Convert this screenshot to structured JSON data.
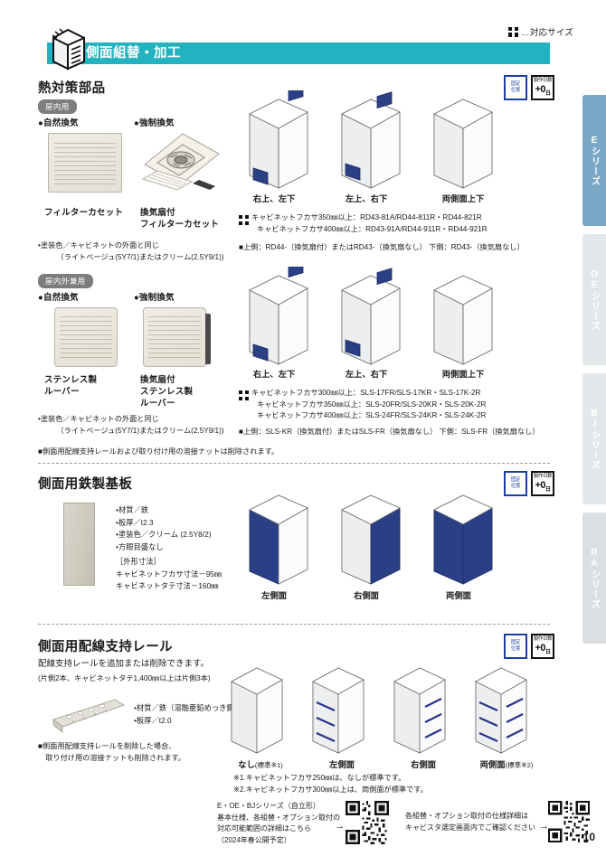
{
  "legend": {
    "size_note": "…対応サイズ",
    "icon": "size-cross-icon"
  },
  "banner": {
    "title": "側面組替・加工",
    "logo_icon": "cabinet-isometric-icon",
    "color": "#22b2c0"
  },
  "tabs": [
    {
      "label": "Eシリーズ",
      "active": true,
      "color": "#7ba7c7"
    },
    {
      "label": "OEシリーズ",
      "active": false,
      "color": "#e4e7ea"
    },
    {
      "label": "BJシリーズ",
      "active": false,
      "color": "#e4e7ea"
    },
    {
      "label": "RAシリーズ",
      "active": false,
      "color": "#dcdfe2"
    }
  ],
  "badges": {
    "fixed_position": {
      "line1": "固定",
      "line2": "位置",
      "color": "#1b3fa0"
    },
    "lead_time": {
      "line1": "製作日数",
      "value": "+0",
      "unit": "日",
      "color": "#111111"
    }
  },
  "sections": [
    {
      "id": "thermal",
      "title": "熱対策部品",
      "groups": [
        {
          "tag": "屋内用",
          "items": [
            {
              "bullet": "●自然換気",
              "caption": [
                "フィルターカセット"
              ]
            },
            {
              "bullet": "●強制換気",
              "caption": [
                "換気扇付",
                "フィルターカセット"
              ]
            }
          ],
          "notes": [
            "•塗装色／キャビネットの外面と同じ",
            "　　　（ライトベージュ(5Y7/1)またはクリーム(2.5Y9/1))"
          ],
          "views": [
            "右上、左下",
            "左上、右下",
            "両側面上下"
          ],
          "spec_lines": [
            "キャビネットフカサ350㎜以上：RD43-81A/RD44-811R・RD44-821R",
            "キャビネットフカサ400㎜以上：RD43-91A/RD44-911R・RD44-921R"
          ],
          "foot": "■上側：RD44-（換気扇付）またはRD43-（換気扇なし） 下側：RD43-（換気扇なし）"
        },
        {
          "tag": "屋内外兼用",
          "items": [
            {
              "bullet": "●自然換気",
              "caption": [
                "ステンレス製",
                "ルーバー"
              ]
            },
            {
              "bullet": "●強制換気",
              "caption": [
                "換気扇付",
                "ステンレス製",
                "ルーバー"
              ]
            }
          ],
          "notes": [
            "•塗装色／キャビネットの外面と同じ",
            "　　　（ライトベージュ(5Y7/1)またはクリーム(2.5Y9/1))"
          ],
          "views": [
            "右上、左下",
            "左上、右下",
            "両側面上下"
          ],
          "spec_lines": [
            "キャビネットフカサ300㎜以上：SLS-17FR/SLS-17KR・SLS-17K-2R",
            "キャビネットフカサ350㎜以上：SLS-20FR/SLS-20KR・SLS-20K-2R",
            "キャビネットフカサ400㎜以上：SLS-24FR/SLS-24KR・SLS-24K-2R"
          ],
          "foot": "■上側：SLS-KR（換気扇付）またはSLS-FR（換気扇なし） 下側：SLS-FR（換気扇なし）"
        }
      ],
      "tail_note": "■側面用配線支持レールおよび取り付け用の溶接ナットは削除されます。"
    },
    {
      "id": "steel-plate",
      "title": "側面用鉄製基板",
      "specs": [
        "•材質／鉄",
        "•板厚／t2.3",
        "•塗装色／クリーム (2.5Y8/2)",
        "•方眼目盛なし"
      ],
      "dim_head": "［外形寸法］",
      "dims": [
        "キャビネットフカサ寸法－95㎜",
        "キャビネットタテ寸法－160㎜"
      ],
      "views": [
        "左側面",
        "右側面",
        "両側面"
      ]
    },
    {
      "id": "wiring-rail",
      "title": "側面用配線支持レール",
      "lead": "配線支持レールを追加または削除できます。",
      "lead2": "(片側2本、キャビネットタテ1,400㎜以上は片側3本)",
      "specs": [
        "•材質／鉄（溶融亜鉛めっき鋼板）",
        "•板厚／t2.0"
      ],
      "foot_lines": [
        "■側面用配線支持レールを削除した場合、",
        "　取り付け用の溶接ナットも削除されます。"
      ],
      "views": [
        {
          "main": "なし",
          "small": "(標準※1)"
        },
        {
          "main": "左側面",
          "small": ""
        },
        {
          "main": "右側面",
          "small": ""
        },
        {
          "main": "両側面",
          "small": "(標準※2)"
        }
      ],
      "footnotes": [
        "※1.キャビネットフカサ250㎜は、なしが標準です。",
        "※2.キャビネットフカサ300㎜以上は、両側面が標準です。"
      ]
    }
  ],
  "footer": {
    "left_block": [
      "E・OE・BJシリーズ（自立形）",
      "基本仕様、各組替・オプション取付の",
      "対応可能範囲の詳細はこちら",
      "（2024年春公開予定）"
    ],
    "right_block": [
      "各組替・オプション取付の仕様詳細は",
      "キャビスタ選定画面内でご確認ください"
    ],
    "arrow": "→",
    "page_number": "10"
  }
}
